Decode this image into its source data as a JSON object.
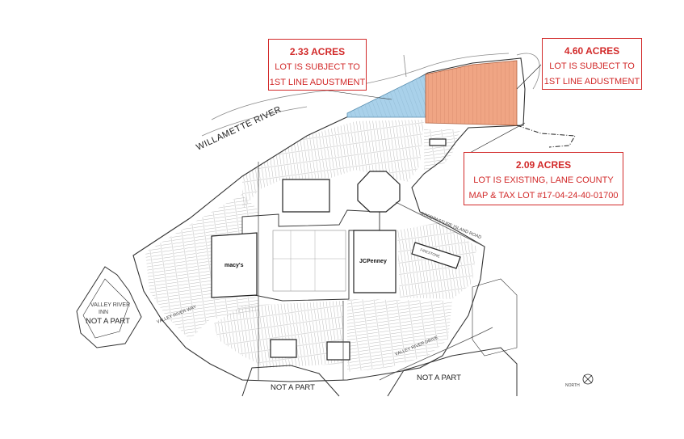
{
  "callouts": {
    "blue_lot": {
      "acres": "2.33 ACRES",
      "line1": "LOT IS SUBJECT TO",
      "line2": "1ST LINE ADUSTMENT"
    },
    "orange_lot": {
      "acres": "4.60 ACRES",
      "line1": "LOT IS SUBJECT TO",
      "line2": "1ST LINE ADUSTMENT"
    },
    "existing_lot": {
      "acres": "2.09 ACRES",
      "line1": "LOT IS EXISTING, LANE COUNTY",
      "line2": "MAP & TAX LOT #17-04-24-40-01700"
    }
  },
  "labels": {
    "river": "WILLAMETTE RIVER",
    "not_a_part_left": "NOT A PART",
    "not_a_part_bottom": "NOT A PART",
    "not_a_part_right": "NOT A PART",
    "inn_line1": "VALLEY RIVER",
    "inn_line2": "INN",
    "road_valley_river_way": "VALLEY RIVER WAY",
    "road_valley_river_drive": "VALLEY RIVER DRIVE",
    "road_goodpasture": "GOODPASTURE ISLAND ROAD",
    "store_macys": "macy's",
    "store_jcpenney": "JCPenney",
    "store_firestone": "FIRESTONE",
    "north": "NORTH"
  },
  "colors": {
    "blue_lot": "#a9d1ea",
    "orange_lot": "#f0a584",
    "callout": "#d22a2a",
    "linework": "#333333"
  }
}
